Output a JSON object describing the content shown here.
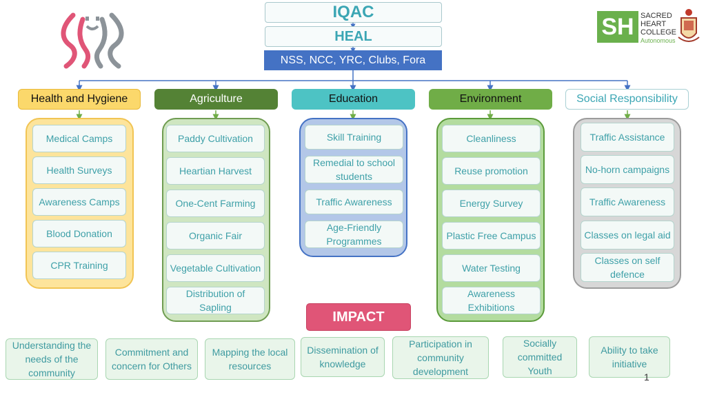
{
  "top": {
    "iqac": "IQAC",
    "heal": "HEAL",
    "units": "NSS, NCC, YRC, Clubs, Fora"
  },
  "logo": {
    "sh": "SH",
    "line1": "SACRED",
    "line2": "HEART",
    "line3": "COLLEGE",
    "line4": "Autonomous"
  },
  "categories": [
    {
      "label": "Health and Hygiene",
      "items": [
        "Medical Camps",
        "Health Surveys",
        "Awareness Camps",
        "Blood Donation",
        "CPR Training"
      ]
    },
    {
      "label": "Agriculture",
      "items": [
        "Paddy Cultivation",
        "Heartian Harvest",
        "One-Cent Farming",
        "Organic Fair",
        "Vegetable Cultivation",
        "Distribution of Sapling"
      ]
    },
    {
      "label": "Education",
      "items": [
        "Skill Training",
        "Remedial to school students",
        "Traffic Awareness",
        "Age-Friendly Programmes"
      ]
    },
    {
      "label": "Environment",
      "items": [
        "Cleanliness",
        "Reuse promotion",
        "Energy Survey",
        "Plastic Free Campus",
        "Water Testing",
        "Awareness Exhibitions"
      ]
    },
    {
      "label": "Social Responsibility",
      "items": [
        "Traffic Assistance",
        "No-horn campaigns",
        "Traffic Awareness",
        "Classes on legal aid",
        "Classes on self defence"
      ]
    }
  ],
  "impact": {
    "title": "IMPACT",
    "items": [
      "Understanding the needs of the community",
      "Commitment and concern for Others",
      "Mapping the local resources",
      "Dissemination of knowledge",
      "Participation in community development",
      "Socially committed Youth",
      "Ability to take initiative"
    ]
  },
  "page_number": "1",
  "colors": {
    "health_header": "#fbd86b",
    "agriculture_header": "#548235",
    "education_header": "#4dc3c4",
    "environment_header": "#70ad47",
    "social_header": "#ffffff",
    "impact": "#e05577",
    "units_bar": "#4472c4"
  }
}
